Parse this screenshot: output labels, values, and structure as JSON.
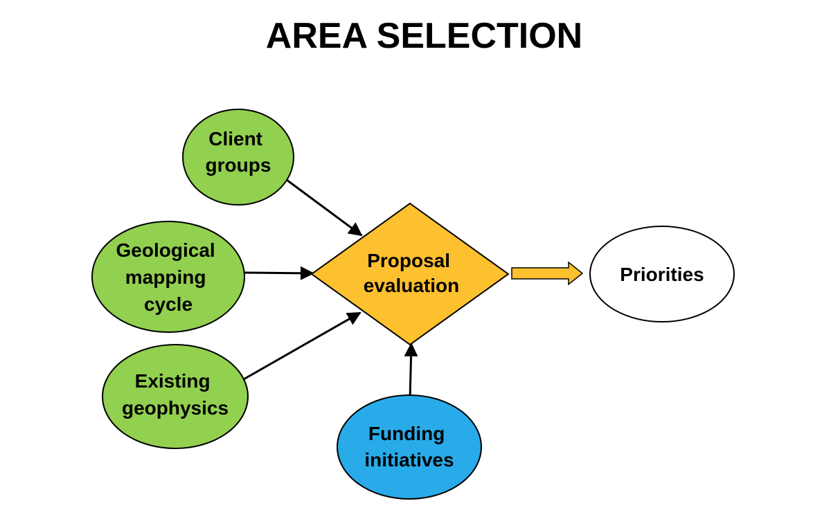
{
  "title": "AREA SELECTION",
  "colors": {
    "input_node_fill": "#92d050",
    "funding_node_fill": "#29abe9",
    "decision_fill": "#fdc02f",
    "output_node_fill": "#ffffff",
    "output_arrow_fill": "#fdc02f",
    "stroke": "#000000"
  },
  "nodes": {
    "client_groups": {
      "lines": [
        "Client",
        "groups"
      ]
    },
    "geological_mapping": {
      "lines": [
        "Geological",
        "mapping",
        "cycle"
      ]
    },
    "existing_geophysics": {
      "lines": [
        "Existing",
        "geophysics"
      ]
    },
    "funding_initiatives": {
      "lines": [
        "Funding",
        "initiatives"
      ]
    },
    "proposal_evaluation": {
      "lines": [
        "Proposal",
        "evaluation"
      ]
    },
    "priorities": {
      "lines": [
        "Priorities"
      ]
    }
  }
}
